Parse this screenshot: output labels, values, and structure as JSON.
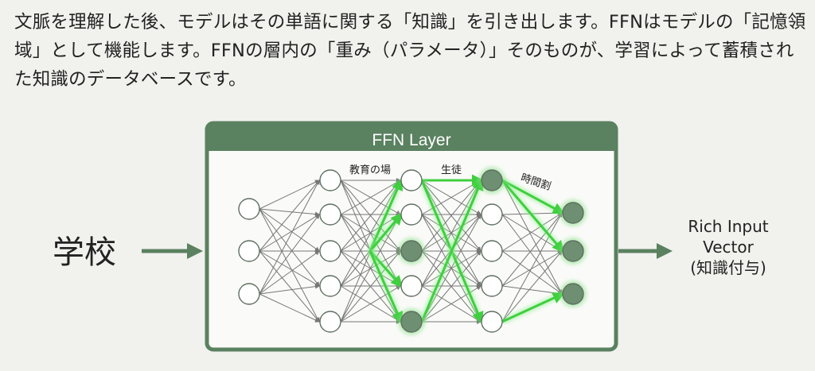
{
  "caption": "文脈を理解した後、モデルはその単語に関する「知識」を引き出します。FFNはモデルの「記憶領域」として機能します。FFNの層内の「重み（パラメータ）」そのものが、学習によって蓄積された知識のデータベースです。",
  "input_word": "学校",
  "box_title": "FFN Layer",
  "labels": {
    "l1": "教育の場",
    "l2": "生徒",
    "l3": "時間割"
  },
  "output": {
    "line1": "Rich Input",
    "line2": "Vector",
    "line3": "(知識付与)"
  },
  "colors": {
    "frame": "#5a8160",
    "highlight": "#4cd44c",
    "filled": "#6e8f72"
  }
}
